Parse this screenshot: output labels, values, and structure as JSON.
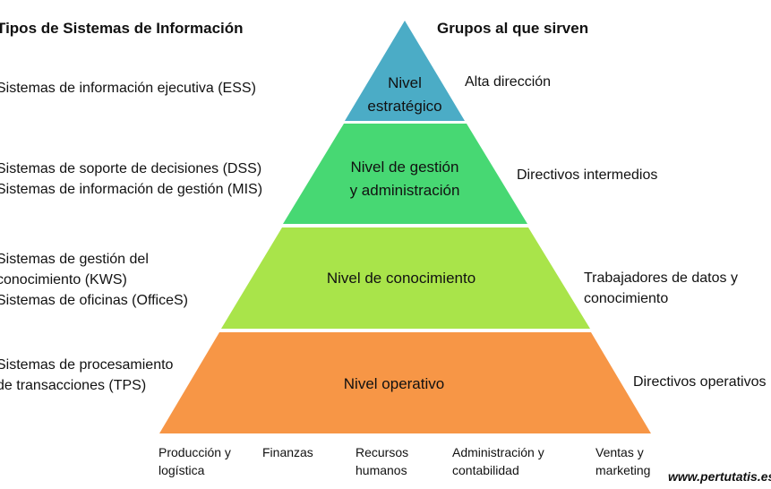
{
  "headers": {
    "left": "Tipos de Sistemas de Información",
    "right": "Grupos al que sirven"
  },
  "levels": [
    {
      "name_lines": [
        "Nivel",
        "estratégico"
      ],
      "color": "#4BACC6",
      "systems": [
        "Sistemas de información ejecutiva (ESS)"
      ],
      "group_lines": [
        "Alta dirección"
      ]
    },
    {
      "name_lines": [
        "Nivel de gestión",
        "y administración"
      ],
      "color": "#47D873",
      "systems": [
        "Sistemas de soporte de decisiones (DSS)",
        "Sistemas de información de gestión (MIS)"
      ],
      "group_lines": [
        "Directivos intermedios"
      ]
    },
    {
      "name_lines": [
        "Nivel de conocimiento"
      ],
      "color": "#A9E44A",
      "systems": [
        "Sistemas de gestión del",
        "conocimiento (KWS)",
        "Sistemas de oficinas (OfficeS)"
      ],
      "group_lines": [
        "Trabajadores de datos y",
        "conocimiento"
      ]
    },
    {
      "name_lines": [
        "Nivel operativo"
      ],
      "color": "#F79646",
      "systems": [
        "Sistemas de procesamiento",
        "de transacciones (TPS)"
      ],
      "group_lines": [
        "Directivos operativos"
      ]
    }
  ],
  "areas": [
    [
      "Producción y",
      "logística"
    ],
    [
      "Finanzas"
    ],
    [
      "Recursos",
      "humanos"
    ],
    [
      "Administración y",
      "contabilidad"
    ],
    [
      "Ventas y",
      "marketing"
    ]
  ],
  "watermark": "www.pertutatis.es"
}
